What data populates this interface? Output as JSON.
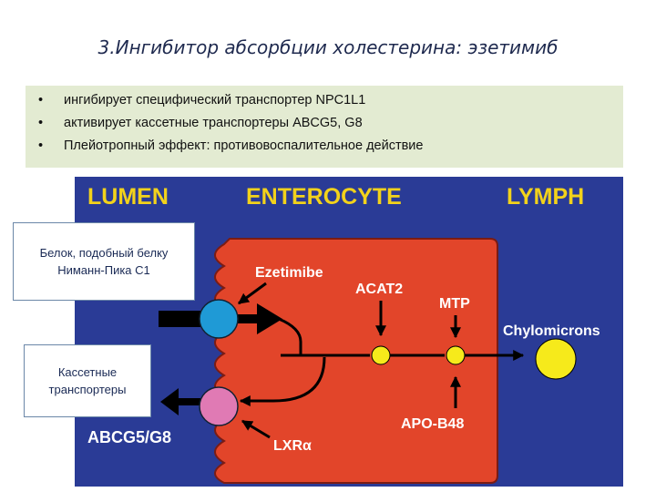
{
  "title": "3.Ингибитор абсорбции холестерина: эзетимиб",
  "bullets": [
    {
      "marker": "•",
      "text": "ингибирует специфический транспортер NPC1L1"
    },
    {
      "marker": "•",
      "text": "активирует кассетные транспортеры ABCG5, G8"
    },
    {
      "marker": "•",
      "text": "Плейотропный эффект: противовоспалительное действие"
    }
  ],
  "diagram": {
    "headers": {
      "lumen": "LUMEN",
      "enterocyte": "ENTEROCYTE",
      "lymph": "LYMPH"
    },
    "labels": {
      "ezetimibe": "Ezetimibe",
      "acat2": "ACAT2",
      "mtp": "MTP",
      "chylomicrons": "Chylomicrons",
      "apob48": "APO-B48",
      "lxr": "LXRα",
      "abcg": "ABCG5/G8"
    },
    "colors": {
      "background": "#2a3b96",
      "cell": "#e2452a",
      "cell_border": "#7a1c14",
      "header_text": "#f2d21b",
      "label_text": "#ffffff",
      "npc1l1": "#1f9ad6",
      "abcg": "#e07ab4",
      "cholesterol": "#f6ea1b"
    }
  },
  "callouts": {
    "npc": {
      "line1": "Белок, подобный белку",
      "line2": "Ниманн-Пика С1"
    },
    "abc": {
      "line1": "Кассетные",
      "line2": "транспортеры"
    }
  }
}
